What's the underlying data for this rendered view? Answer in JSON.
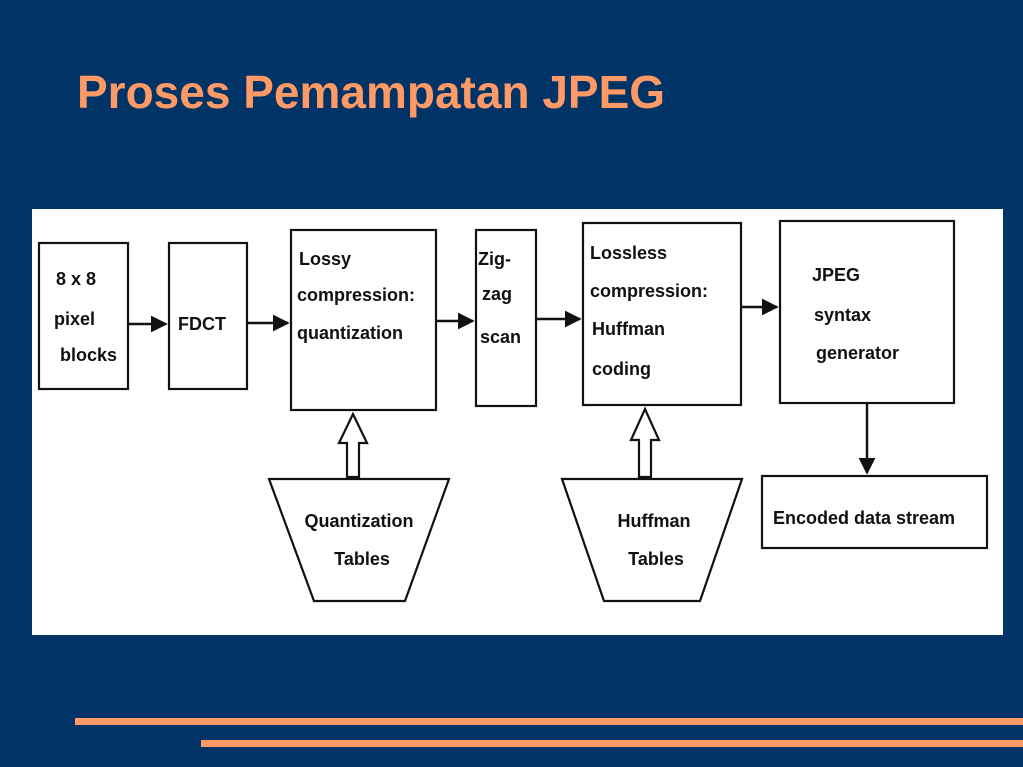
{
  "slide": {
    "title": "Proses Pemampatan JPEG"
  },
  "diagram": {
    "blocks": [
      {
        "id": "pixel-blocks",
        "lines": [
          "8 x 8",
          "pixel",
          "blocks"
        ]
      },
      {
        "id": "fdct",
        "lines": [
          "FDCT"
        ]
      },
      {
        "id": "lossy-compression",
        "lines": [
          "Lossy",
          "compression:",
          "quantization"
        ]
      },
      {
        "id": "zigzag-scan",
        "lines": [
          "Zig-",
          "zag",
          "scan"
        ]
      },
      {
        "id": "lossless-compression",
        "lines": [
          "Lossless",
          "compression:",
          "Huffman",
          "coding"
        ]
      },
      {
        "id": "jpeg-syntax-generator",
        "lines": [
          "JPEG",
          "syntax",
          "generator"
        ]
      },
      {
        "id": "encoded-data-stream",
        "lines": [
          "Encoded data stream"
        ]
      }
    ],
    "tables": [
      {
        "id": "quantization-tables",
        "lines": [
          "Quantization",
          "Tables"
        ]
      },
      {
        "id": "huffman-tables",
        "lines": [
          "Huffman",
          "Tables"
        ]
      }
    ]
  },
  "colors": {
    "background": "#003366",
    "title": "#FF9966",
    "accent": "#FF9966",
    "panel": "#ffffff",
    "ink": "#111111"
  }
}
